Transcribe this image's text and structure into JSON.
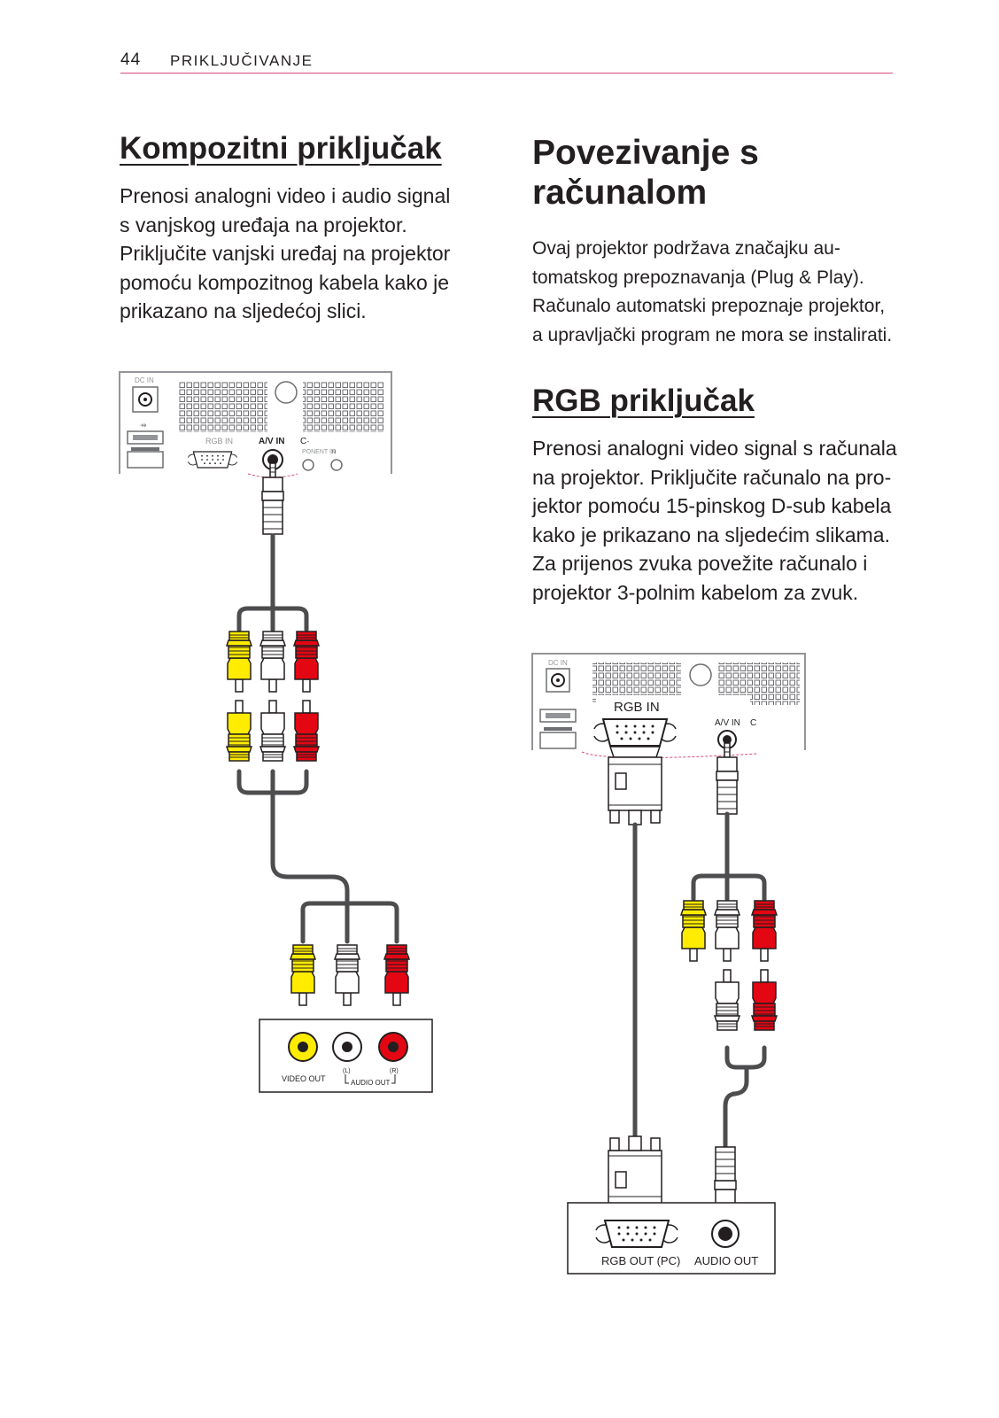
{
  "header": {
    "page_number": "44",
    "section_title": "PRIKLJUČIVANJE"
  },
  "left": {
    "heading": "Kompozitni priključak",
    "paragraph_lines": [
      "Prenosi analogni video i audio signal",
      "s vanjskog uređaja na projektor.",
      "Priključite vanjski uređaj na projektor",
      "pomoću kompozitnog kabela kako je",
      "prikazano na sljedećoj slici."
    ],
    "diagram": {
      "projector_labels": {
        "dc_in": "DC IN",
        "rgb_in": "RGB IN",
        "av_in": "A/V IN",
        "component_in": "PONENT IN"
      },
      "device_labels": {
        "video_out": "VIDEO OUT",
        "left": "(L)",
        "right": "(R)",
        "audio_out": "AUDIO OUT"
      }
    }
  },
  "right": {
    "title_lines": [
      "Povezivanje s",
      "računalom"
    ],
    "intro_lines": [
      "Ovaj projektor podržava značajku au-",
      "tomatskog prepoznavanja (Plug & Play).",
      "Računalo automatski prepoznaje projektor,",
      "a upravljački program ne mora se instalirati."
    ],
    "heading": "RGB priključak",
    "paragraph_lines": [
      "Prenosi analogni video signal s računala",
      "na projektor. Priključite računalo na pro-",
      "jektor pomoću 15-pinskog D-sub kabela",
      "kako je prikazano na sljedećim slikama.",
      "Za prijenos zvuka povežite računalo i",
      "projektor 3-polnim kabelom za zvuk."
    ],
    "diagram": {
      "projector_labels": {
        "dc_in": "DC IN",
        "rgb_in": "RGB IN",
        "av_in": "A/V IN"
      },
      "pc_labels": {
        "rgb_out": "RGB OUT (PC)",
        "audio_out": "AUDIO OUT"
      }
    }
  },
  "colors": {
    "accent": "#d94c78",
    "yellow": "#ffec00",
    "red": "#e30613",
    "cable": "#4d4d4f"
  }
}
